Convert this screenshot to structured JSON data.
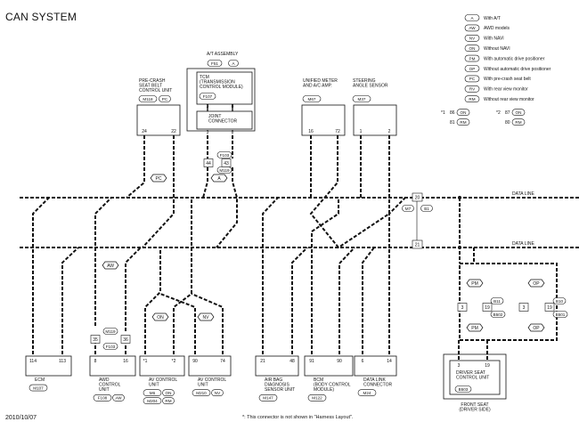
{
  "title": "CAN SYSTEM",
  "date": "2010/10/07",
  "footnote": "*: This connector is not shown in \"Harness Layout\".",
  "data_line_label": "DATA LINE",
  "legend": [
    {
      "code": "A",
      "text": "With A/T"
    },
    {
      "code": "AW",
      "text": "AWD models"
    },
    {
      "code": "NV",
      "text": "With NAVI"
    },
    {
      "code": "ON",
      "text": "Without NAVI"
    },
    {
      "code": "PM",
      "text": "With automatic drive positioner"
    },
    {
      "code": "OP",
      "text": "Without automatic drive positioner"
    },
    {
      "code": "PC",
      "text": "With pre-crash seat belt"
    },
    {
      "code": "RV",
      "text": "With rear view monitor"
    },
    {
      "code": "RM",
      "text": "Without rear view monitor"
    }
  ],
  "legend_footnotes": [
    {
      "mark": "*1",
      "a_pin": "86",
      "a_code": "ON",
      "b_pin": "81",
      "b_code": "RM"
    },
    {
      "mark": "*2",
      "a_pin": "87",
      "a_code": "ON",
      "b_pin": "80",
      "b_code": "RM"
    }
  ],
  "top_units": [
    {
      "lines": [
        "PRE-CRASH",
        "SEAT BELT",
        "CONTROL UNIT"
      ],
      "connector": "M118",
      "badge": "PC",
      "pins": [
        "24",
        "22"
      ]
    },
    {
      "lines": [
        "UNIFIED METER",
        "AND A/C AMP."
      ],
      "connector": "M67",
      "badge": "",
      "pins": [
        "16",
        "72"
      ]
    },
    {
      "lines": [
        "STEERING",
        "ANGLE SENSOR"
      ],
      "connector": "M37",
      "badge": "",
      "pins": [
        "1",
        "2"
      ]
    }
  ],
  "at_assembly": {
    "label": "A/T ASSEMBLY",
    "connector": "F51",
    "badge": "A",
    "tcm_lines": [
      "TCM",
      "(TRANSMISSION",
      "CONTROL MODULE)"
    ],
    "tcm_connector": "F107",
    "tcm_pins": [
      "3",
      "8"
    ],
    "joint_lines": [
      "JOINT",
      "CONNECTOR"
    ],
    "joint_pins": [
      "3",
      "8"
    ],
    "link_connectors": [
      "F103",
      "M119"
    ],
    "link_pins": [
      "44",
      "43"
    ]
  },
  "bus_badges": [
    "PC",
    "A",
    "AW",
    "ON",
    "NV",
    "PM",
    "OP",
    "PM",
    "OP"
  ],
  "bus_junction": {
    "pin_top": "20",
    "pin_bottom": "21",
    "connectors": [
      "M7",
      "B1"
    ]
  },
  "aw_link": {
    "connectors": [
      "M119",
      "F103"
    ],
    "pins": [
      "35",
      "36"
    ]
  },
  "bottom_units": [
    {
      "pins": [
        "114",
        "113"
      ],
      "lines": [
        "ECM"
      ],
      "connector": "M107",
      "badge": ""
    },
    {
      "pins": [
        "8",
        "16"
      ],
      "lines": [
        "AWD",
        "CONTROL",
        "UNIT"
      ],
      "connector": "F108",
      "badge": "AW"
    },
    {
      "pins": [
        "*1",
        "*2"
      ],
      "lines": [
        "AV CONTROL",
        "UNIT"
      ],
      "connector": "M6",
      "badge": "ON",
      "connector2": "M204",
      "badge2": "RM"
    },
    {
      "pins": [
        "90",
        "74"
      ],
      "lines": [
        "AV CONTROL",
        "UNIT"
      ],
      "connector": "M210",
      "badge": "NV"
    },
    {
      "pins": [
        "21",
        "48"
      ],
      "lines": [
        "AIR BAG",
        "DIAGNOSIS",
        "SENSOR UNIT"
      ],
      "connector": "M147",
      "badge": ""
    },
    {
      "pins": [
        "91",
        "90"
      ],
      "lines": [
        "BCM",
        "(BODY CONTROL",
        "MODULE)"
      ],
      "connector": "M122",
      "badge": ""
    },
    {
      "pins": [
        "6",
        "14"
      ],
      "lines": [
        "DATA LINK",
        "CONNECTOR"
      ],
      "connector": "M24",
      "badge": ""
    }
  ],
  "seat_links": [
    {
      "connector": "B11",
      "sub": "B502",
      "pins": [
        "3",
        "19"
      ]
    },
    {
      "connector": "B10",
      "sub": "B501",
      "pins": [
        "3",
        "19"
      ]
    }
  ],
  "driver_seat": {
    "pins": [
      "3",
      "19"
    ],
    "lines": [
      "DRIVER SEAT",
      "CONTROL UNIT"
    ],
    "connector": "B503",
    "caption": [
      "FRONT SEAT",
      "(DRIVER SIDE)"
    ]
  }
}
